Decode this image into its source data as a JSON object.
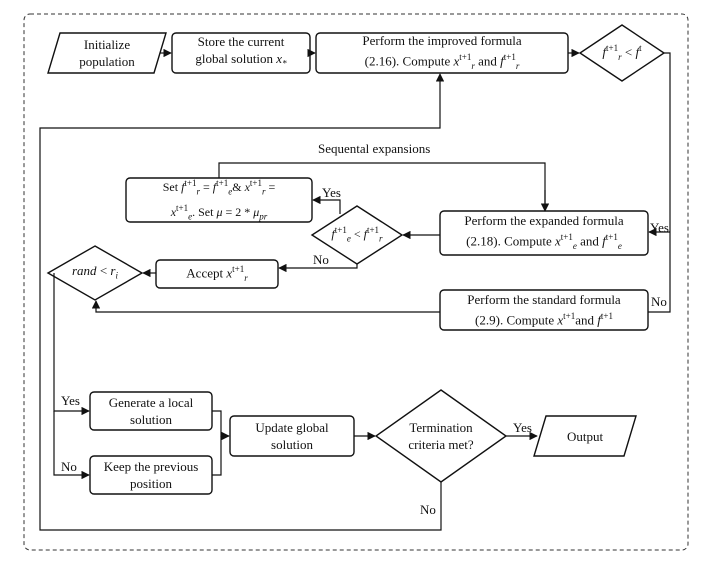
{
  "nodes": {
    "initialize": "Initialize population",
    "store_prefix": "Store the current",
    "store_suffix": "global solution",
    "store_var": "x",
    "store_var_sub": "*",
    "improved_line1": "Perform the improved formula",
    "improved_line2_prefix": "(2.16). Compute",
    "improved_line2_and": "and",
    "cond_main_left": "f",
    "cond_main_right": "f",
    "set_line1_a": "Set",
    "set_line1_b": "=",
    "set_line1_c": "&",
    "set_line1_d": "=",
    "set_line2_a": ". Set",
    "set_line2_mu": "μ",
    "set_line2_eq": "= 2 *",
    "set_line2_mu2": "μ",
    "set_line2_sub": "pr",
    "cond_expanded_op": "<",
    "expanded_line1": "Perform the expanded formula",
    "expanded_line2_prefix": "(2.18). Compute",
    "expanded_line2_and": "and",
    "rand_cond_left": "rand",
    "rand_cond_op": "<",
    "rand_cond_right": "r",
    "rand_cond_sub": "i",
    "accept": "Accept",
    "standard_line1": "Perform the standard formula",
    "standard_line2_prefix": "(2.9). Compute",
    "standard_line2_and": "and",
    "generate": "Generate a local solution",
    "keep": "Keep the previous position",
    "update": "Update global solution",
    "termination": "Termination criteria met?",
    "output": "Output",
    "sup_t1": "t+1",
    "sup_t": "t",
    "var_x": "x",
    "var_f": "f",
    "sub_r": "r",
    "sub_e": "e"
  },
  "labels": {
    "sequential": "Sequental expansions",
    "yes_main": "Yes",
    "no_main": "No",
    "yes_set": "Yes",
    "no_accept": "No",
    "yes_generate": "Yes",
    "no_keep": "No",
    "yes_output": "Yes",
    "no_loop": "No"
  }
}
